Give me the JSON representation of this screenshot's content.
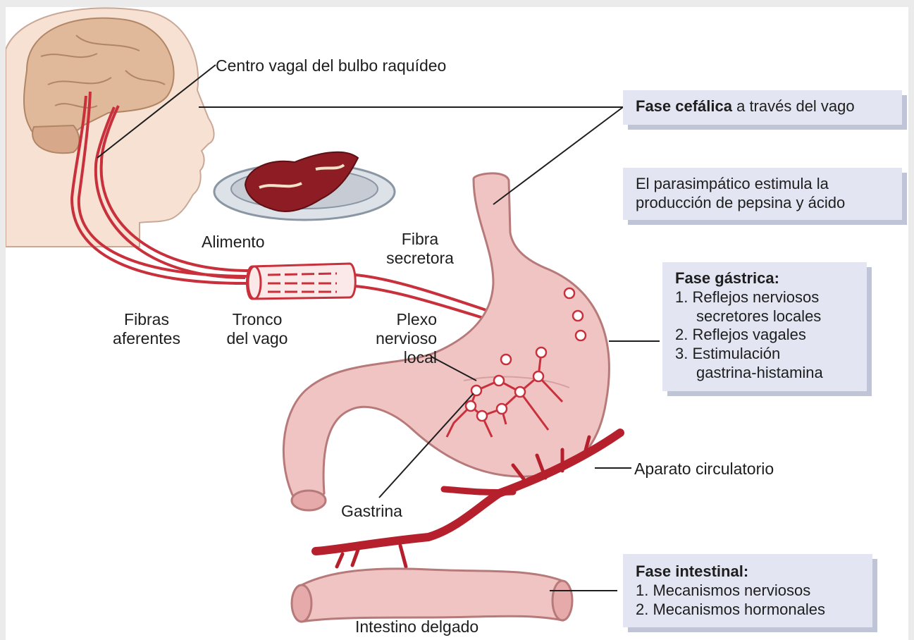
{
  "labels": {
    "centro_vagal": "Centro vagal del bulbo raquídeo",
    "alimento": "Alimento",
    "fibra_secretora_1": "Fibra",
    "fibra_secretora_2": "secretora",
    "fibras_aferentes_1": "Fibras",
    "fibras_aferentes_2": "aferentes",
    "tronco_vago_1": "Tronco",
    "tronco_vago_2": "del vago",
    "plexo_1": "Plexo",
    "plexo_2": "nervioso",
    "plexo_3": "local",
    "gastrina": "Gastrina",
    "aparato_circulatorio": "Aparato circulatorio",
    "intestino_delgado": "Intestino delgado"
  },
  "boxes": {
    "cefalica": {
      "bold": "Fase cefálica",
      "rest": " a través del vago"
    },
    "parasimpatico": {
      "line1": "El parasimpático estimula la",
      "line2": "producción de pepsina y ácido"
    },
    "gastrica": {
      "title": "Fase gástrica:",
      "items": [
        "1. Reflejos nerviosos",
        "secretores locales",
        "2. Reflejos vagales",
        "3. Estimulación",
        "gastrina-histamina"
      ]
    },
    "intestinal": {
      "title": "Fase intestinal:",
      "items": [
        "1. Mecanismos nerviosos",
        "2. Mecanismos hormonales"
      ]
    }
  },
  "colors": {
    "box_fill": "#e3e6f2",
    "box_shadow": "#bfc4d6",
    "nerve": "#c8303c",
    "vessel": "#b5202c",
    "stomach": "#f1c4c4",
    "skin": "#f6e1d3",
    "brain": "#e0b99a",
    "meat": "#8e1c24"
  }
}
